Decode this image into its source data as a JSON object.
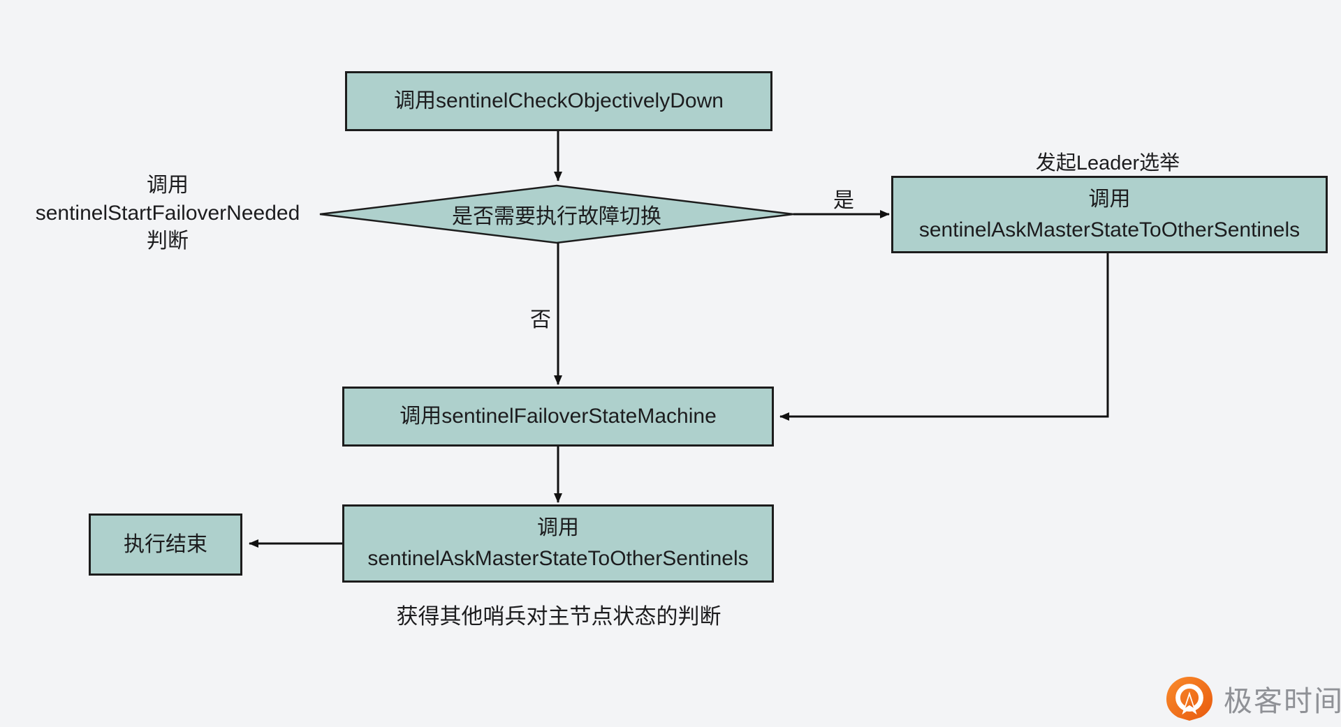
{
  "colors": {
    "page_bg": "#f3f4f6",
    "node_fill": "#aed0cc",
    "node_border": "#1c1c1c",
    "line": "#111111",
    "text": "#1c1c1e",
    "logo_orange": "#f4711f",
    "logo_orange_dark": "#e85a0e",
    "logo_text": "#8f9196"
  },
  "nodes": {
    "check": {
      "label": "调用sentinelCheckObjectivelyDown"
    },
    "decision": {
      "label": "是否需要执行故障切换"
    },
    "ask_right": {
      "line1": "调用",
      "line2": "sentinelAskMasterStateToOtherSentinels"
    },
    "state_machine": {
      "label": "调用sentinelFailoverStateMachine"
    },
    "ask_bottom": {
      "line1": "调用",
      "line2": "sentinelAskMasterStateToOtherSentinels"
    },
    "end": {
      "label": "执行结束"
    }
  },
  "labels": {
    "left_note": {
      "line1": "调用",
      "line2": "sentinelStartFailoverNeeded",
      "line3": "判断"
    },
    "yes": "是",
    "no": "否",
    "leader": "发起Leader选举",
    "caption": "获得其他哨兵对主节点状态的判断"
  },
  "logo": {
    "text": "极客时间"
  }
}
